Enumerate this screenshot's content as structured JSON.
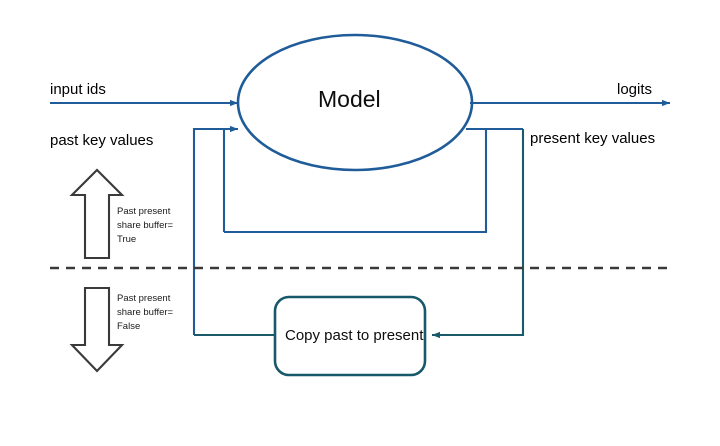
{
  "diagram": {
    "title_node": {
      "label": "Model"
    },
    "process_node": {
      "label": "Copy past to present"
    },
    "inputs": [
      {
        "name": "input-ids",
        "label": "input ids"
      },
      {
        "name": "past-key-values",
        "label": "past key values"
      }
    ],
    "outputs": [
      {
        "name": "logits",
        "label": "logits"
      },
      {
        "name": "present-key-values",
        "label": "present key values"
      }
    ],
    "annotations": [
      {
        "name": "share-buffer-true",
        "line1": "Past present",
        "line2": "share buffer=",
        "line3": "True",
        "arrow_direction": "up"
      },
      {
        "name": "share-buffer-false",
        "line1": "Past present",
        "line2": "share buffer=",
        "line3": "False",
        "arrow_direction": "down"
      }
    ],
    "colors": {
      "edge_blue": "#1F5C99",
      "edge_teal": "#1A5A6B",
      "node_stroke": "#1F5C99",
      "process_stroke": "#17596B",
      "divider": "#3A3A3A",
      "block_arrow_stroke": "#3A3A3A",
      "background": "#FFFFFF"
    }
  }
}
